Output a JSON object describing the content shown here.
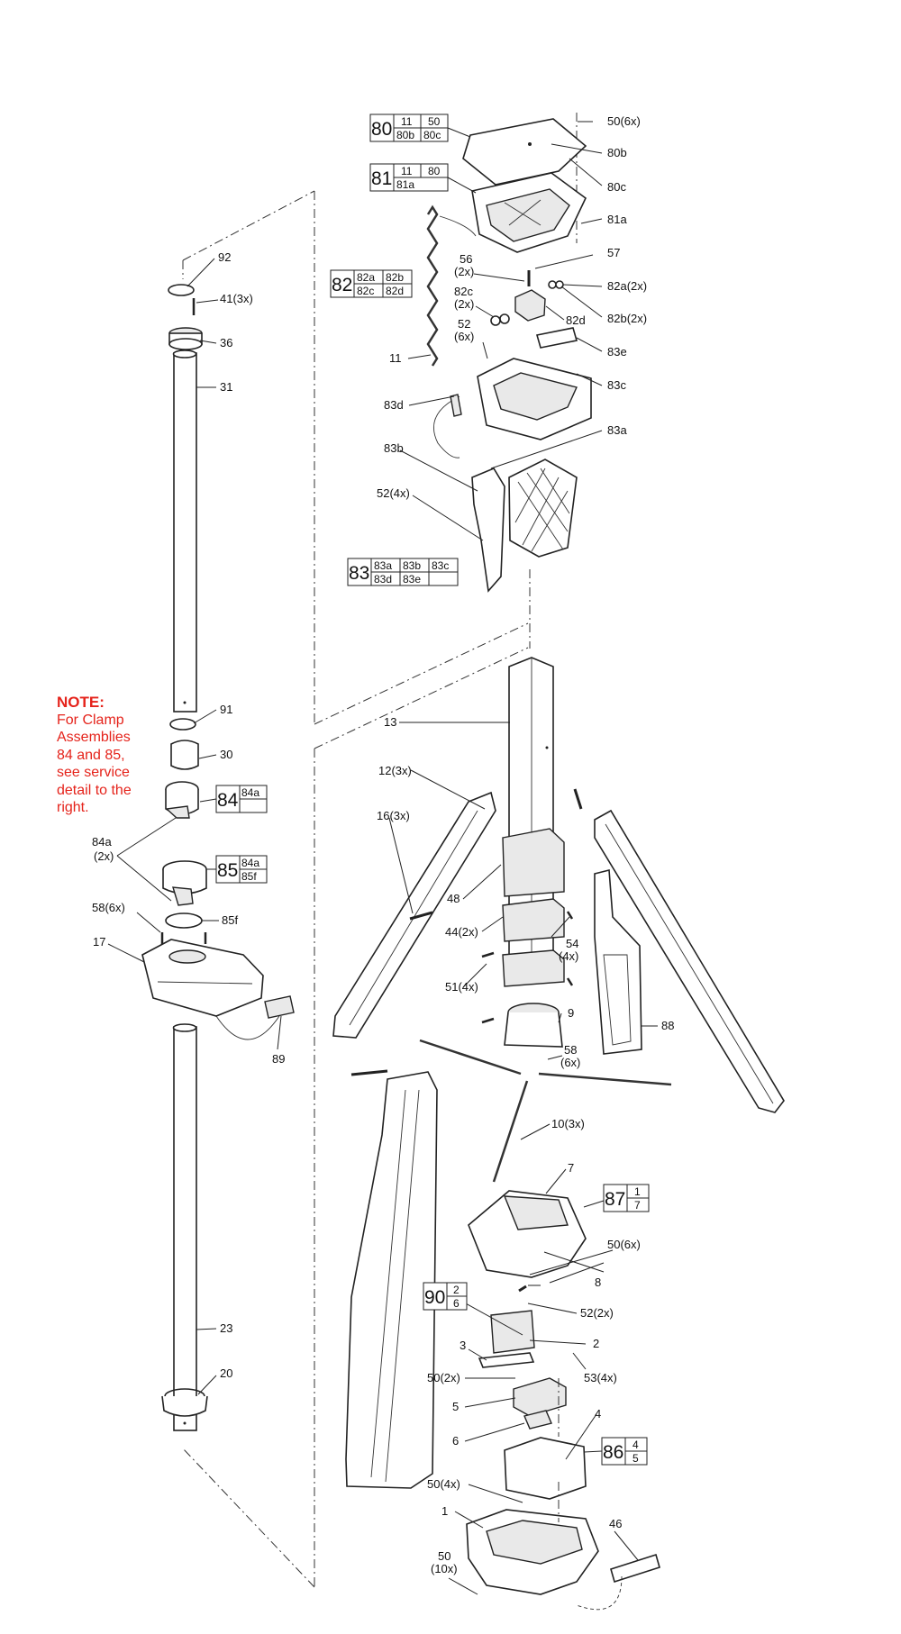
{
  "note": {
    "heading": "NOTE:",
    "body": "For Clamp\nAssemblies\n84 and 85,\nsee service\ndetail to the\nright."
  },
  "labels": {
    "l92": "92",
    "l41": "41(3x)",
    "l36": "36",
    "l31": "31",
    "l91": "91",
    "l30": "30",
    "l84a": "84a",
    "l84a2": "(2x)",
    "l58": "58(6x)",
    "l85f": "85f",
    "l17": "17",
    "l89": "89",
    "l23": "23",
    "l20": "20",
    "l50_6x": "50(6x)",
    "l80b": "80b",
    "l80c": "80c",
    "l81a": "81a",
    "l57": "57",
    "l56": "56",
    "l56x": "(2x)",
    "l82a": "82a(2x)",
    "l82c": "82c",
    "l82cx": "(2x)",
    "l82d": "82d",
    "l82b": "82b(2x)",
    "l52": "52",
    "l52x": "(6x)",
    "l83e": "83e",
    "l11": "11",
    "l83c": "83c",
    "l83d": "83d",
    "l83a": "83a",
    "l83b": "83b",
    "l52_4x": "52(4x)",
    "l13": "13",
    "l12": "12(3x)",
    "l16": "16(3x)",
    "l48": "48",
    "l44": "44(2x)",
    "l54": "54",
    "l54x": "(4x)",
    "l51": "51(4x)",
    "l9": "9",
    "l58b": "58",
    "l58bx": "(6x)",
    "l88": "88",
    "l10": "10(3x)",
    "l7": "7",
    "l50b": "50(6x)",
    "l8": "8",
    "l52_2x": "52(2x)",
    "l3": "3",
    "l2": "2",
    "l50_2x": "50(2x)",
    "l53": "53(4x)",
    "l5": "5",
    "l6": "6",
    "l4": "4",
    "l50_4x": "50(4x)",
    "l1": "1",
    "l46": "46",
    "l50_10": "50",
    "l50_10x": "(10x)"
  },
  "kits": {
    "k80": {
      "num": "80",
      "cells": [
        "11",
        "50",
        "80b",
        "80c"
      ]
    },
    "k81": {
      "num": "81",
      "cells": [
        "11",
        "80",
        "81a",
        ""
      ]
    },
    "k82": {
      "num": "82",
      "cells": [
        "82a",
        "82b",
        "82c",
        "82d"
      ]
    },
    "k83": {
      "num": "83",
      "cells": [
        "83a",
        "83b",
        "83c",
        "83d",
        "83e",
        ""
      ]
    },
    "k84": {
      "num": "84",
      "cells": [
        "84a",
        ""
      ]
    },
    "k85": {
      "num": "85",
      "cells": [
        "84a",
        "85f"
      ]
    },
    "k87": {
      "num": "87",
      "cells": [
        "1",
        "7"
      ]
    },
    "k90": {
      "num": "90",
      "cells": [
        "2",
        "6"
      ]
    },
    "k86": {
      "num": "86",
      "cells": [
        "4",
        "5"
      ]
    }
  }
}
